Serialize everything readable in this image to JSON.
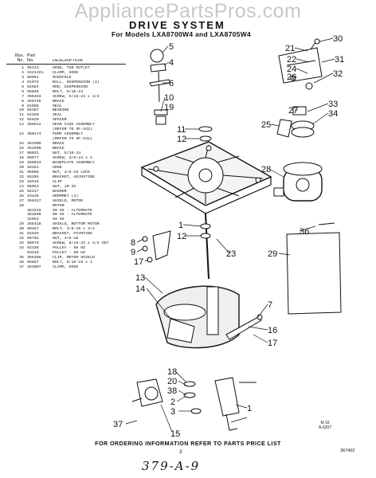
{
  "watermark": "AppliancePartsPros.com",
  "title": "DRIVE SYSTEM",
  "subtitle": "For Models LXA8700W4 and LXA8705W4",
  "table": {
    "header_line1": [
      "Illus.",
      "Part",
      ""
    ],
    "header_line2": [
      "No.",
      "No.",
      "DESCRIPTION"
    ],
    "rows": [
      [
        "1",
        "95413",
        "HOSE, TUB OUTLET"
      ],
      [
        "2",
        "3421321",
        "CLAMP, HOSE"
      ],
      [
        "3",
        "86091",
        "MANIFOLD"
      ],
      [
        "4",
        "91073",
        "BALL, SUSPENSION (3)"
      ],
      [
        "5",
        "62584",
        "ROD, SUSPENSION"
      ],
      [
        "6",
        "98048",
        "BOLT, 5/16-24"
      ],
      [
        "7",
        "355463",
        "SCREW, 5/16-24 x 3/4"
      ],
      [
        "8",
        "355746",
        "BRACE"
      ],
      [
        "9",
        "81908",
        "SEAL"
      ],
      [
        "10",
        "56357",
        "BEARING"
      ],
      [
        "11",
        "54259",
        "SEAL"
      ],
      [
        "12",
        "92629",
        "SPACER"
      ],
      [
        "13",
        "356912",
        "GEAR CASE ASSEMBLY"
      ],
      [
        "",
        "",
        "(REFER TO SF-342)"
      ],
      [
        "14",
        "360174",
        "PUMP ASSEMBLY"
      ],
      [
        "",
        "",
        "(REFER TO SF-342)"
      ],
      [
        "15",
        "351900",
        "BRACE"
      ],
      [
        "16",
        "351909",
        "BRACE"
      ],
      [
        "17",
        "98031",
        "NUT, 5/16-24"
      ],
      [
        "18",
        "90877",
        "SCREW, 3/8-24 x 2"
      ],
      [
        "19",
        "360623",
        "BASEPLATE ASSEMBLY"
      ],
      [
        "20",
        "92251",
        "HOSE"
      ],
      [
        "21",
        "96088",
        "NUT, 3/8-16 LOCK"
      ],
      [
        "22",
        "65266",
        "BRACKET, ADJUSTING"
      ],
      [
        "23",
        "16515",
        "CLIP"
      ],
      [
        "24",
        "98023",
        "NUT, 10-32"
      ],
      [
        "25",
        "92217",
        "WASHER"
      ],
      [
        "26",
        "19138",
        "GROMMET (4)"
      ],
      [
        "27",
        "356317",
        "SHIELD, MOTOR"
      ],
      [
        "28",
        "",
        "MOTOR"
      ],
      [
        "",
        "363316",
        "60 HZ - ALTERNATE"
      ],
      [
        "",
        "362890",
        "60 HZ - ALTERNATE"
      ],
      [
        "",
        "32053",
        "50 HZ"
      ],
      [
        "29",
        "356318",
        "SHIELD, BOTTOM MOTOR"
      ],
      [
        "30",
        "90157",
        "BOLT, 3/8-16 x 3/4"
      ],
      [
        "31",
        "82549",
        "BRACKET, PIVOTING"
      ],
      [
        "32",
        "98701",
        "NUT, 3/8-16"
      ],
      [
        "33",
        "90879",
        "SCREW, 5/16-24 x 1/2 SET"
      ],
      [
        "34",
        "92336",
        "PULLEY - 60 HZ"
      ],
      [
        "",
        "93219",
        "PULLEY - 50 HZ"
      ],
      [
        "35",
        "356388",
        "CLIP, MOTOR SHIELD"
      ],
      [
        "36",
        "96867",
        "BOLT, 5/16-18 x 1"
      ],
      [
        "37",
        "353097",
        "CLAMP, HOSE"
      ]
    ]
  },
  "callouts": {
    "c30": "30",
    "c21": "21",
    "c31": "31",
    "c22": "22",
    "c24": "24",
    "c32": "32",
    "c26": "26",
    "c33": "33",
    "c27": "27",
    "c34": "34",
    "c25": "25",
    "c5": "5",
    "c4": "4",
    "c6": "6",
    "c10": "10",
    "c19": "19",
    "c11": "11",
    "c12": "12",
    "c28": "28",
    "c36": "36",
    "c29": "29",
    "c8": "8",
    "c9": "9",
    "c1a": "1",
    "c12b": "12",
    "c23": "23",
    "c17a": "17",
    "c13": "13",
    "c14": "14",
    "c7": "7",
    "c16": "16",
    "c17b": "17",
    "c18": "18",
    "c20": "20",
    "c38": "38",
    "c2": "2",
    "c3": "3",
    "c1b": "1",
    "c15": "15",
    "c37": "37"
  },
  "side_code": "M 16\nA-6207",
  "footer": "FOR ORDERING INFORMATION REFER TO PARTS PRICE LIST",
  "page_number": "3",
  "doc_number": "367402",
  "handwritten": "379-A-9"
}
